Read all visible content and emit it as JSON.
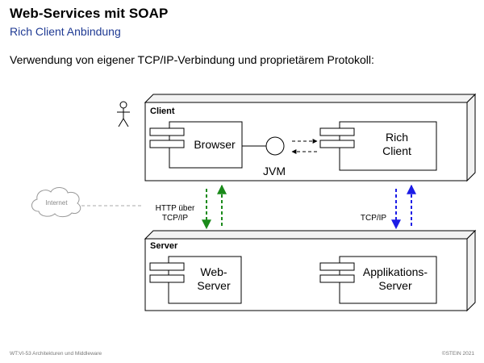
{
  "slide": {
    "title": "Web-Services mit SOAP",
    "subtitle": "Rich Client Anbindung",
    "intro": "Verwendung von eigener TCP/IP-Verbindung und proprietärem Protokoll:"
  },
  "diagram": {
    "client_node": {
      "label": "Client",
      "components": {
        "browser": "Browser",
        "jvm": "JVM",
        "rich_client_line1": "Rich",
        "rich_client_line2": "Client"
      }
    },
    "server_node": {
      "label": "Server",
      "components": {
        "web_server_line1": "Web-",
        "web_server_line2": "Server",
        "app_server_line1": "Applikations-",
        "app_server_line2": "Server"
      }
    },
    "cloud_label": "Internet",
    "http_label_line1": "HTTP über",
    "http_label_line2": "TCP/IP",
    "tcp_label": "TCP/IP",
    "colors": {
      "http_arrows": "#1a8a1a",
      "tcp_arrows": "#1c1ce6",
      "node_fill": "#ffffff",
      "node_shadow": "#f2f2f2"
    }
  },
  "footer": {
    "left": "WT:VI-53   Architekturen und Middleware",
    "right": "©STEIN 2021"
  }
}
